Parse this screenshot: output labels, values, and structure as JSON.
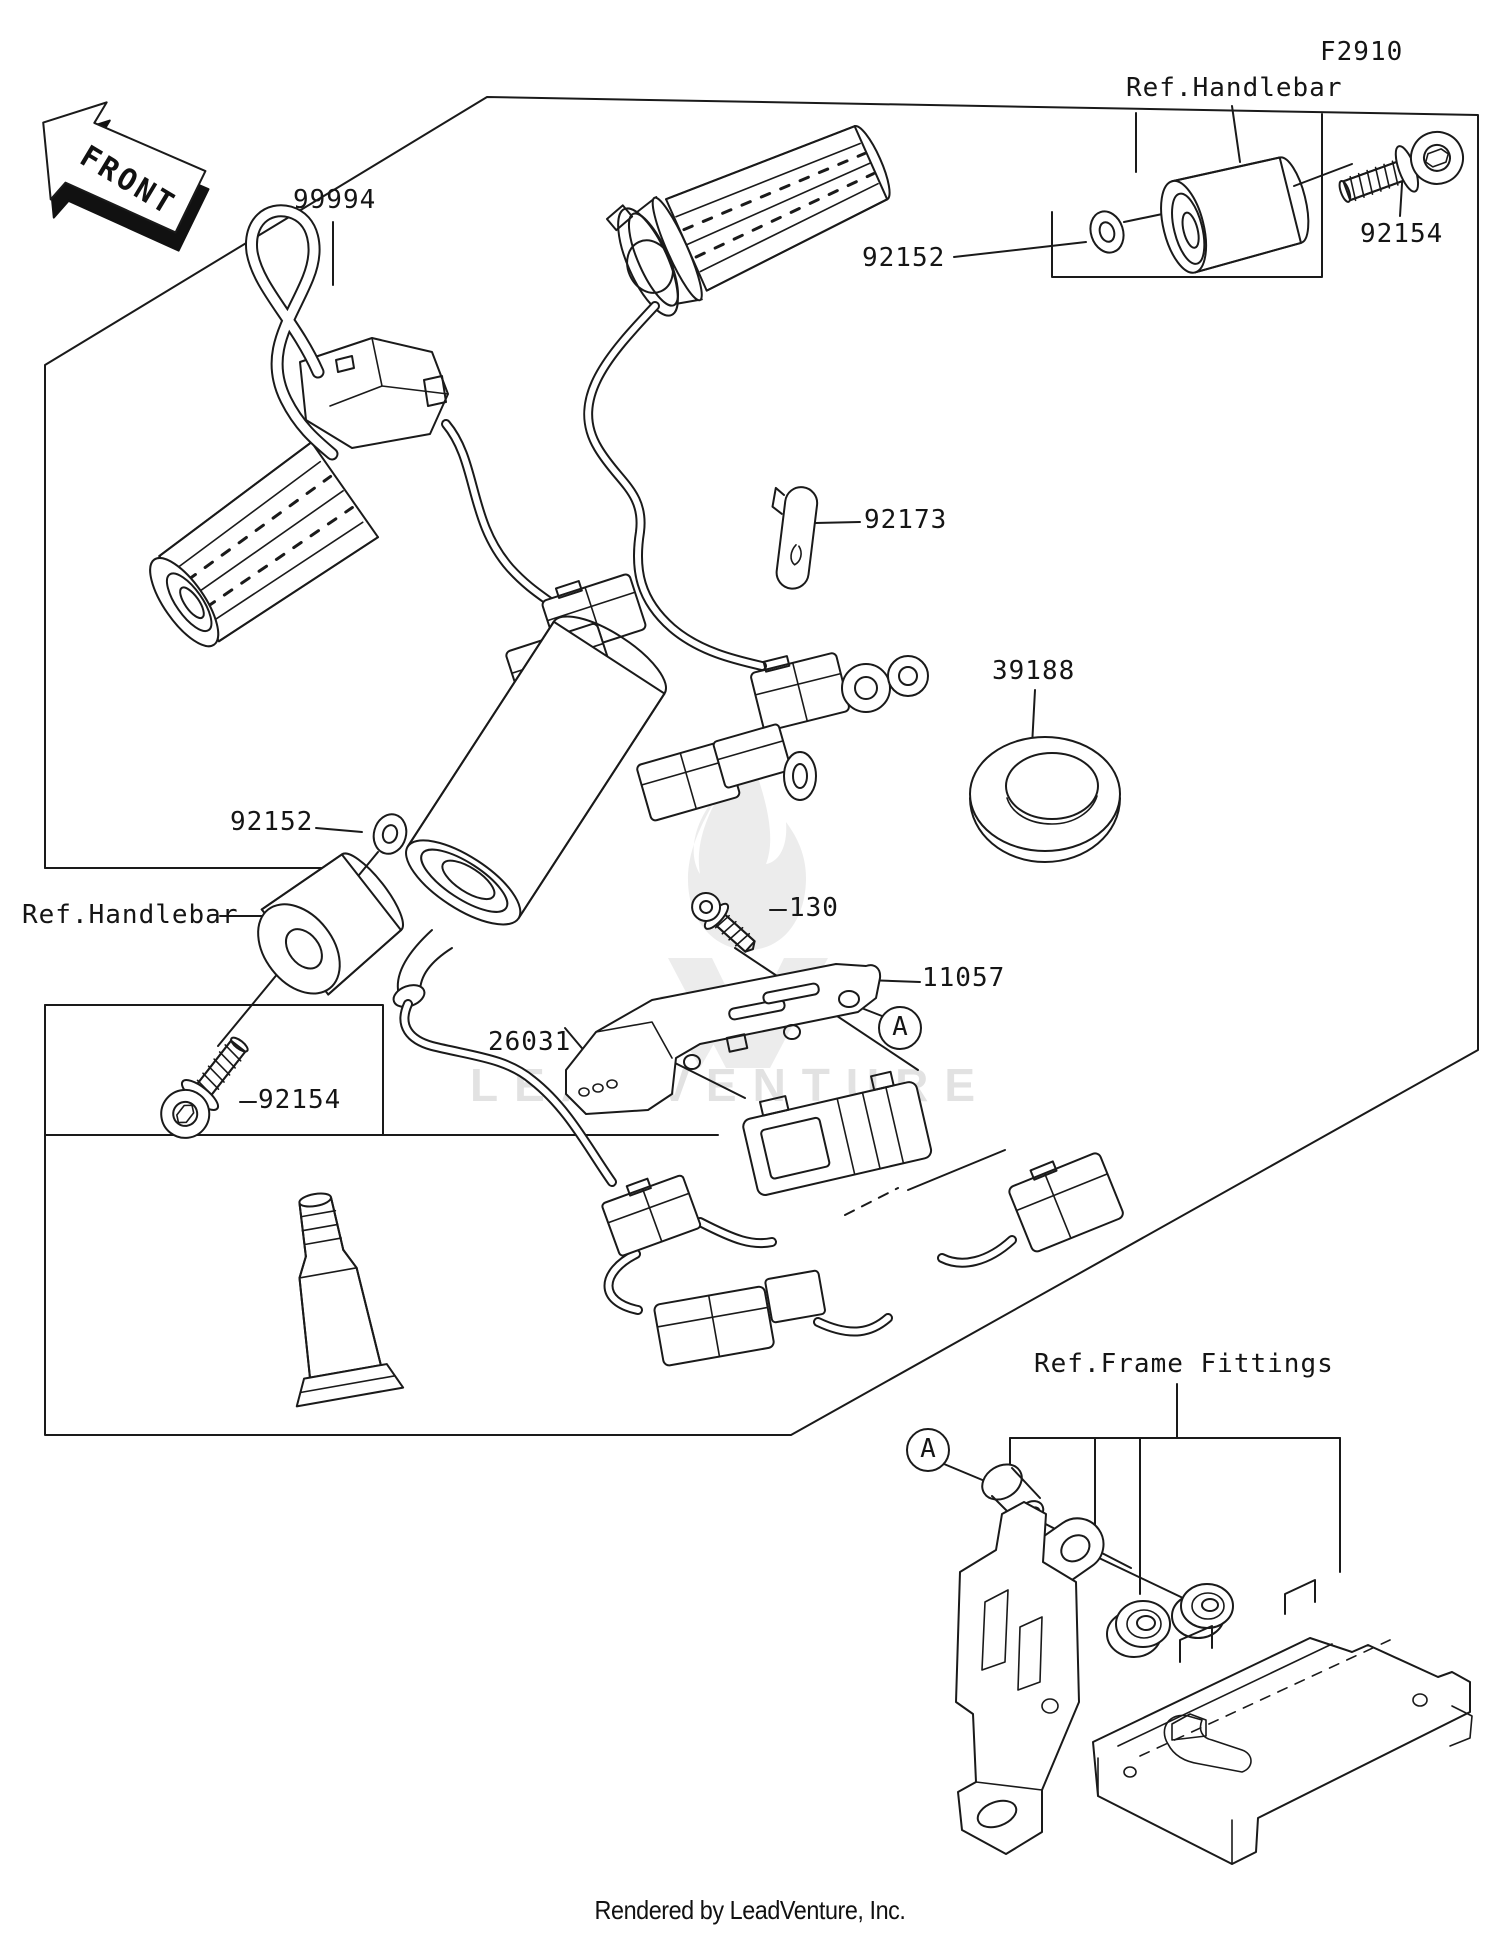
{
  "page": {
    "code": "F2910",
    "front_label": "FRONT",
    "footer": "Rendered by LeadVenture, Inc.",
    "watermark": "LEADVENTURE",
    "line_color": "#1a1a1a",
    "watermark_color": "#e2e2e2"
  },
  "refs": {
    "handlebar_top": "Ref.Handlebar",
    "handlebar_left": "Ref.Handlebar",
    "frame_fittings": "Ref.Frame Fittings"
  },
  "detail_markers": {
    "a": "A"
  },
  "part_numbers": {
    "p99994": "99994",
    "p92152_top": "92152",
    "p92154_top": "92154",
    "p92173": "92173",
    "p39188": "39188",
    "p92152_left": "92152",
    "p92154_left": "92154",
    "p130": "130",
    "p11057": "11057",
    "p26031": "26031"
  }
}
